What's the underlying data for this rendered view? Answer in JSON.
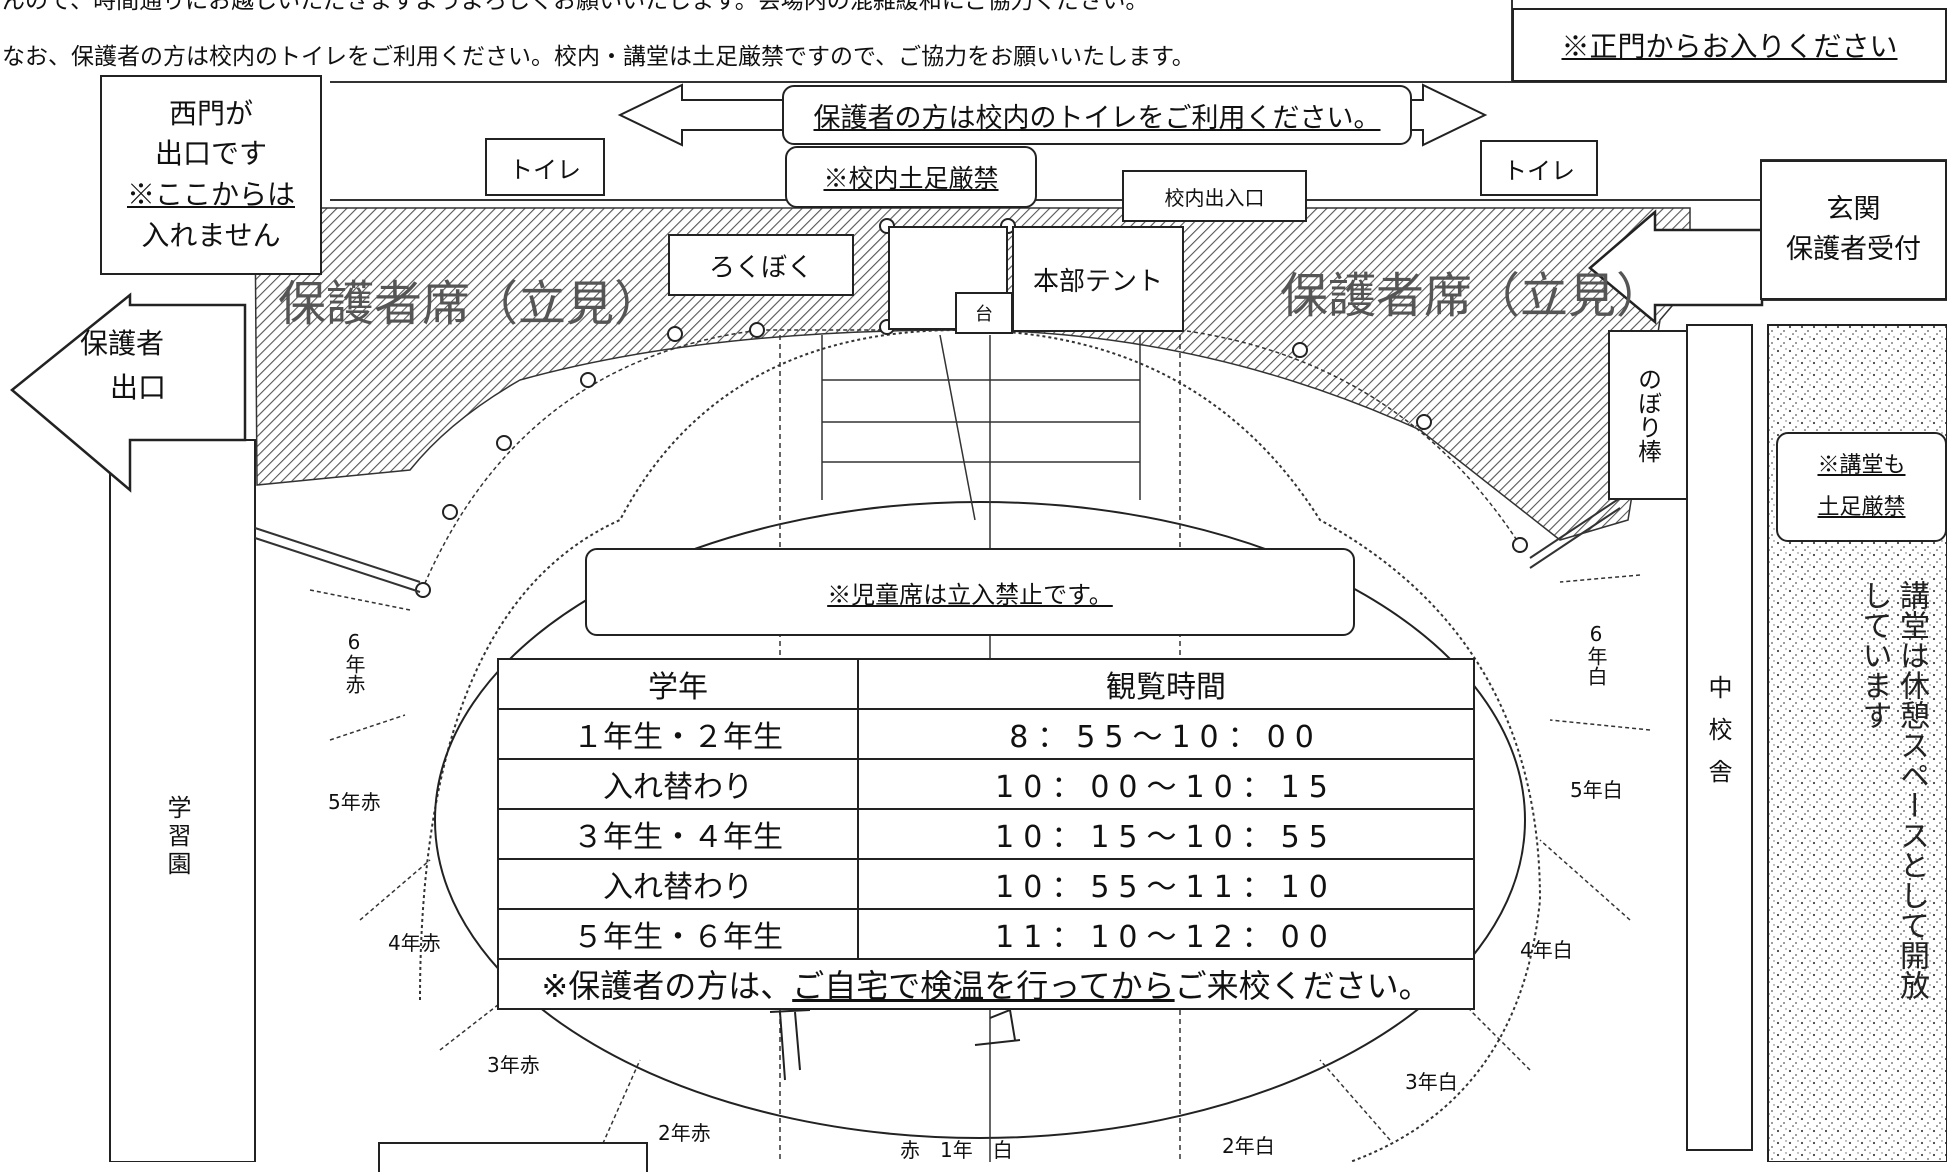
{
  "header": {
    "line1": "んので、時間通りにお越しいただきますようよろしくお願いいたします。会場内の混雑緩和にご協力ください。",
    "line2": "なお、保護者の方は校内のトイレをご利用ください。校内・講堂は土足厳禁ですので、ご協力をお願いいたします。",
    "main_gate": "※正門からお入りください"
  },
  "labels": {
    "west_gate_1": "西門が",
    "west_gate_2": "出口です",
    "west_gate_3": "※ここからは",
    "west_gate_4": "入れません",
    "guardian_exit_1": "保護者",
    "guardian_exit_2": "出口",
    "toilet_banner": "保護者の方は校内のトイレをご利用ください。",
    "no_shoes": "※校内土足厳禁",
    "toilet_left": "トイレ",
    "toilet_right": "トイレ",
    "school_entrance": "校内出入口",
    "entrance_1": "玄関",
    "entrance_2": "保護者受付",
    "rokuboku": "ろくぼく",
    "hq_tent": "本部テント",
    "stand": "台",
    "seats_left": "保護者席（立見）",
    "seats_right": "保護者席（立見）",
    "nobori": "のぼり棒",
    "kodo_1": "※講堂も",
    "kodo_2": "土足厳禁",
    "kodo_rest": "講堂は休憩スペースとして開放しています",
    "naka_kosha": "中校舎",
    "gakushuen": "学習園",
    "children_seats": "※児童席は立入禁止です。",
    "red_6": "6年赤",
    "red_5": "5年赤",
    "red_4": "4年赤",
    "red_3": "3年赤",
    "red_2": "2年赤",
    "white_6": "6年白",
    "white_5": "5年白",
    "white_4": "4年白",
    "white_3": "3年白",
    "white_2": "2年白",
    "grade1": "赤　1年　白"
  },
  "schedule": {
    "headers": [
      "学年",
      "観覧時間"
    ],
    "rows": [
      [
        "１年生・２年生",
        "8：55〜10：00"
      ],
      [
        "入れ替わり",
        "10：00〜10：15"
      ],
      [
        "３年生・４年生",
        "10：15〜10：55"
      ],
      [
        "入れ替わり",
        "10：55〜11：10"
      ],
      [
        "５年生・６年生",
        "11：10〜12：00"
      ]
    ],
    "note_prefix": "※保護者の方は、",
    "note_underlined": "ご自宅で検温を行ってから",
    "note_suffix": "ご来校ください。"
  }
}
